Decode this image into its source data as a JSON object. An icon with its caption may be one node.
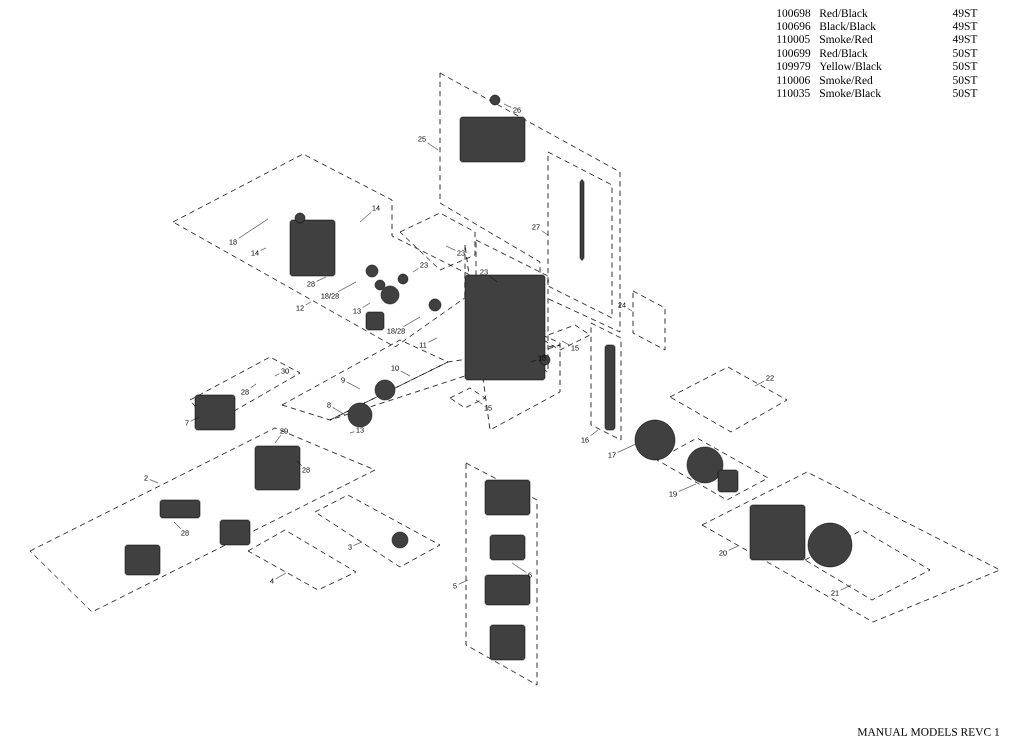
{
  "diagram": {
    "nodes": [
      {
        "text": [
          "26"
        ]
      },
      {
        "text": [
          "25"
        ]
      },
      {
        "text": [
          "14"
        ]
      },
      {
        "text": [
          "27"
        ]
      },
      {
        "text": [
          "18"
        ]
      },
      {
        "text": [
          "14"
        ]
      },
      {
        "text": [
          "23"
        ]
      },
      {
        "text": [
          "23"
        ]
      },
      {
        "text": [
          "23"
        ]
      },
      {
        "text": [
          "28"
        ]
      },
      {
        "text": [
          "18/28"
        ]
      },
      {
        "text": [
          "24"
        ]
      },
      {
        "text": [
          "12"
        ]
      },
      {
        "text": [
          "13"
        ]
      },
      {
        "text": [
          "18/28"
        ]
      },
      {
        "text": [
          "11"
        ]
      },
      {
        "text": [
          "15"
        ]
      },
      {
        "text": [
          "18"
        ]
      },
      {
        "text": [
          "10"
        ]
      },
      {
        "text": [
          "30"
        ]
      },
      {
        "text": [
          "22"
        ]
      },
      {
        "text": [
          "9"
        ]
      },
      {
        "text": [
          "28"
        ]
      },
      {
        "text": [
          "8"
        ]
      },
      {
        "text": [
          "15"
        ]
      },
      {
        "text": [
          "7"
        ]
      },
      {
        "text": [
          "13"
        ]
      },
      {
        "text": [
          "29"
        ]
      },
      {
        "text": [
          "16"
        ]
      },
      {
        "text": [
          "17"
        ]
      },
      {
        "text": [
          "28"
        ]
      },
      {
        "text": [
          "2"
        ]
      },
      {
        "text": [
          "19"
        ]
      },
      {
        "text": [
          "28"
        ]
      },
      {
        "text": [
          "3"
        ]
      },
      {
        "text": [
          "20"
        ]
      },
      {
        "text": [
          "6"
        ]
      },
      {
        "text": [
          "4"
        ]
      },
      {
        "text": [
          "5"
        ]
      },
      {
        "text": [
          "21"
        ]
      }
    ],
    "edges": [
      {
        "from": 0,
        "to": null,
        "arrow": "none"
      },
      {
        "from": 1,
        "to": null,
        "arrow": "none"
      },
      {
        "from": 2,
        "to": null,
        "arrow": "none"
      },
      {
        "from": 3,
        "to": null,
        "arrow": "none"
      },
      {
        "from": 4,
        "to": null,
        "arrow": "none"
      },
      {
        "from": 5,
        "to": null,
        "arrow": "none"
      },
      {
        "from": 6,
        "to": null,
        "arrow": "none"
      },
      {
        "from": 7,
        "to": null,
        "arrow": "none"
      },
      {
        "from": 8,
        "to": null,
        "arrow": "none"
      },
      {
        "from": 9,
        "to": null,
        "arrow": "none"
      },
      {
        "from": 10,
        "to": null,
        "arrow": "none"
      },
      {
        "from": 11,
        "to": null,
        "arrow": "none"
      },
      {
        "from": 12,
        "to": null,
        "arrow": "none"
      },
      {
        "from": 13,
        "to": null,
        "arrow": "none"
      },
      {
        "from": 14,
        "to": null,
        "arrow": "none"
      },
      {
        "from": 15,
        "to": null,
        "arrow": "none"
      },
      {
        "from": 16,
        "to": null,
        "arrow": "none"
      },
      {
        "from": 17,
        "to": null,
        "arrow": "none"
      },
      {
        "from": 18,
        "to": null,
        "arrow": "none"
      },
      {
        "from": 19,
        "to": null,
        "arrow": "none"
      },
      {
        "from": 20,
        "to": null,
        "arrow": "none"
      },
      {
        "from": 21,
        "to": null,
        "arrow": "none"
      },
      {
        "from": 22,
        "to": null,
        "arrow": "none"
      },
      {
        "from": 23,
        "to": null,
        "arrow": "none"
      },
      {
        "from": 24,
        "to": null,
        "arrow": "none"
      },
      {
        "from": 25,
        "to": null,
        "arrow": "none"
      },
      {
        "from": 26,
        "to": null,
        "arrow": "none"
      },
      {
        "from": 27,
        "to": null,
        "arrow": "none"
      },
      {
        "from": 28,
        "to": null,
        "arrow": "none"
      },
      {
        "from": 29,
        "to": null,
        "arrow": "none"
      },
      {
        "from": 30,
        "to": null,
        "arrow": "none"
      },
      {
        "from": 31,
        "to": null,
        "arrow": "none"
      },
      {
        "from": 32,
        "to": null,
        "arrow": "none"
      },
      {
        "from": 33,
        "to": null,
        "arrow": "none"
      },
      {
        "from": 34,
        "to": null,
        "arrow": "none"
      },
      {
        "from": 35,
        "to": null,
        "arrow": "none"
      },
      {
        "from": 36,
        "to": null,
        "arrow": "none"
      },
      {
        "from": 37,
        "to": null,
        "arrow": "none"
      },
      {
        "from": 38,
        "to": null,
        "arrow": "none"
      },
      {
        "from": 39,
        "to": null,
        "arrow": "none"
      }
    ],
    "labels": [
      "100698",
      "Red/Black",
      "49ST",
      "100696",
      "Black/Black",
      "49ST",
      "110005",
      "Smoke/Red",
      "49ST",
      "100699",
      "Red/Black",
      "50ST",
      "109979",
      "Yellow/Black",
      "50ST",
      "110006",
      "Smoke/Red",
      "50ST",
      "110035",
      "Smoke/Black",
      "50ST",
      "MANUAL MODELS REVC 1"
    ]
  }
}
